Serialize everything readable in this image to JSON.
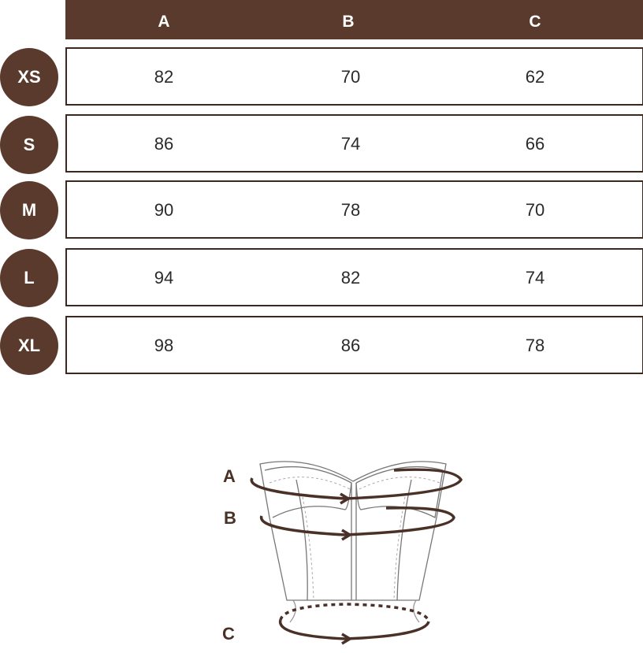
{
  "columns": [
    "A",
    "B",
    "C"
  ],
  "rows": [
    {
      "size": "XS",
      "values": [
        "82",
        "70",
        "62"
      ]
    },
    {
      "size": "S",
      "values": [
        "86",
        "74",
        "66"
      ]
    },
    {
      "size": "M",
      "values": [
        "90",
        "78",
        "70"
      ]
    },
    {
      "size": "L",
      "values": [
        "94",
        "82",
        "74"
      ]
    },
    {
      "size": "XL",
      "values": [
        "98",
        "86",
        "78"
      ]
    }
  ],
  "diagram": {
    "labels": [
      "A",
      "B",
      "C"
    ]
  },
  "colors": {
    "brand": "#5b3a2e",
    "border": "#3d2820",
    "text": "#2a2a2a"
  }
}
